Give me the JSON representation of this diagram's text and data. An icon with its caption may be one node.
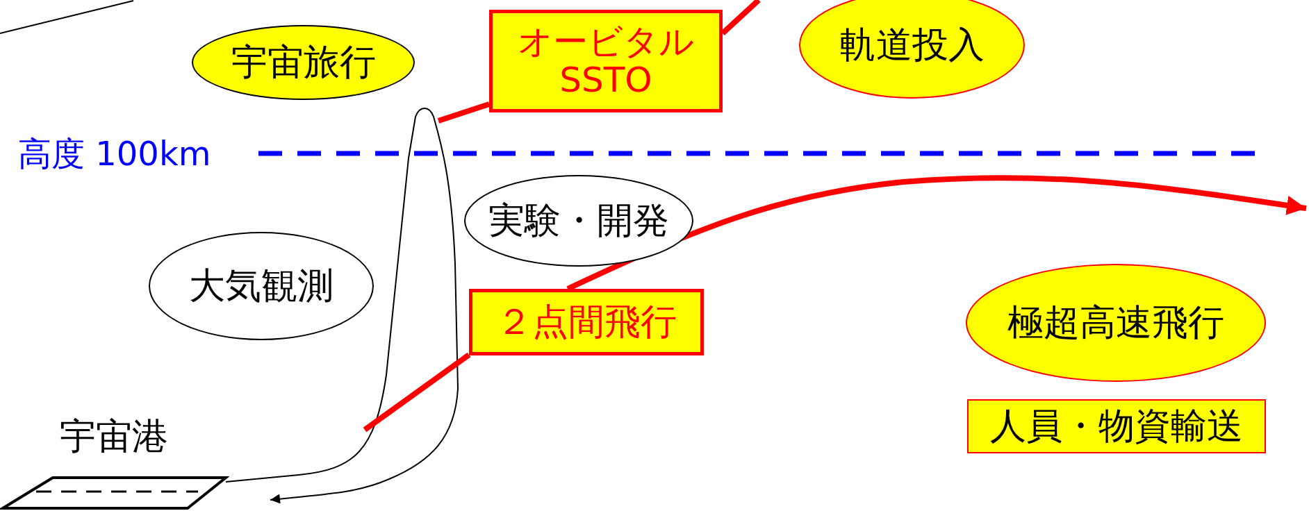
{
  "diagram": {
    "nodes": [
      {
        "text": [
          "宇宙旅行"
        ]
      },
      {
        "text": [
          "オービタル SSTO"
        ]
      },
      {
        "text": [
          "軌道投入"
        ]
      },
      {
        "text": [
          "実験・開発"
        ]
      },
      {
        "text": [
          "大気観測"
        ]
      },
      {
        "text": [
          "２点間飛行"
        ]
      },
      {
        "text": [
          "極超高速飛行"
        ]
      },
      {
        "text": [
          "人員・物資輸送"
        ]
      },
      {
        "text": [
          "宇宙港"
        ]
      }
    ],
    "edges": [
      {
        "from": 8,
        "to": 8,
        "arrow": "to",
        "color": "#000000"
      },
      {
        "from": null,
        "to": 1,
        "arrow": "none"
      },
      {
        "from": 1,
        "to": null,
        "arrow": "none"
      },
      {
        "from": null,
        "to": 5,
        "arrow": "none"
      },
      {
        "from": 5,
        "to": null,
        "arrow": "to"
      }
    ],
    "labels": [
      "高度 100km"
    ]
  }
}
